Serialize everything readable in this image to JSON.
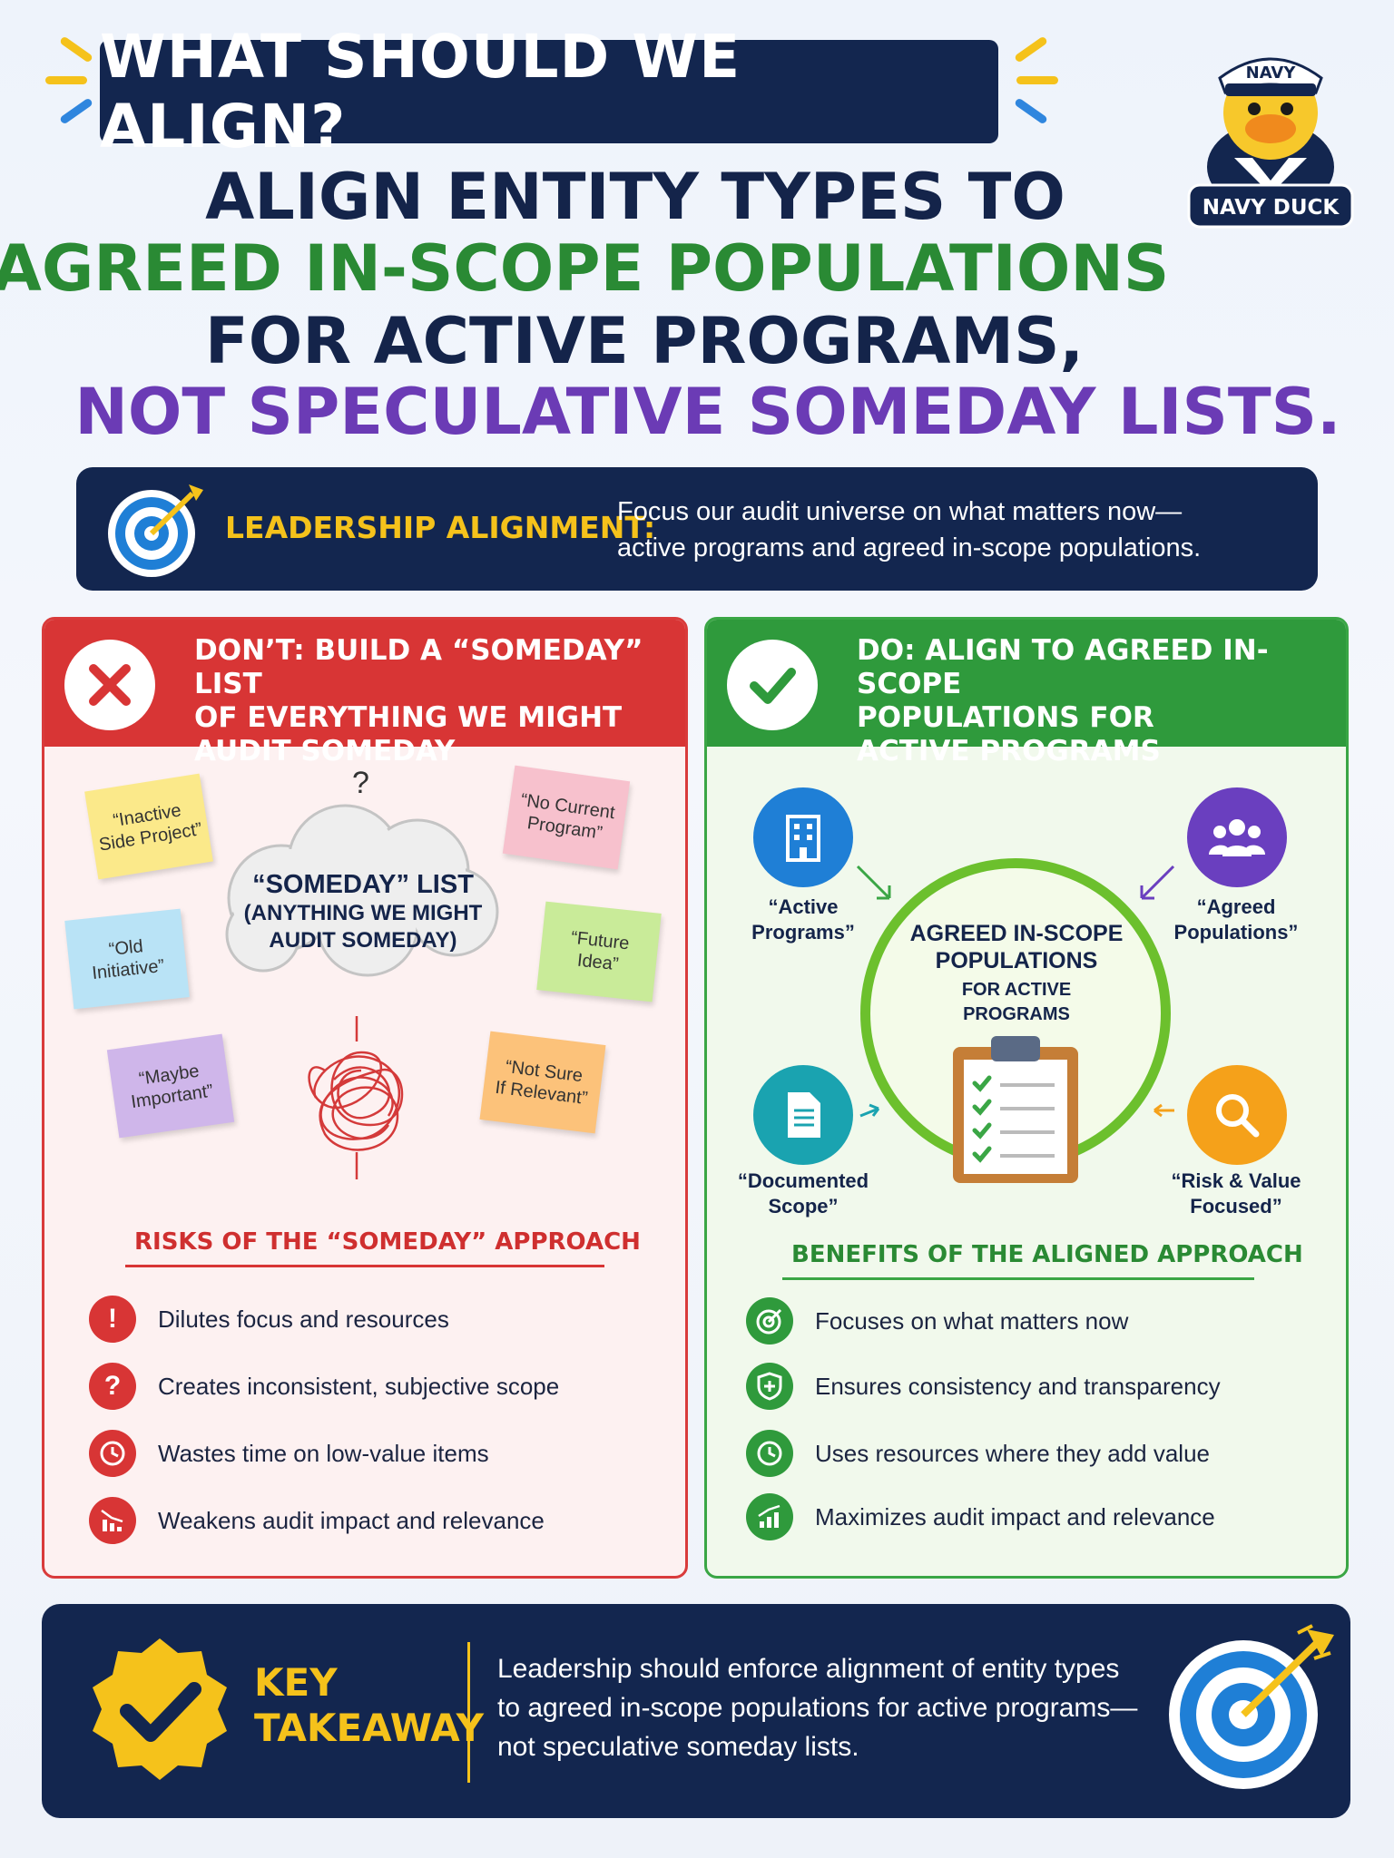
{
  "header": {
    "title": "WHAT SHOULD WE ALIGN?",
    "headline_lines": [
      "ALIGN ENTITY TYPES TO",
      "AGREED IN-SCOPE POPULATIONS",
      "FOR ACTIVE PROGRAMS,",
      "NOT SPECULATIVE SOMEDAY LISTS."
    ],
    "badge": {
      "cap_text": "NAVY",
      "name": "NAVY DUCK",
      "icon": "duck-mascot-icon"
    }
  },
  "leadership": {
    "label": "LEADERSHIP ALIGNMENT:",
    "text_lines": [
      "Focus our audit universe on what matters now—",
      "active programs and agreed in-scope populations."
    ],
    "icon": "target-icon"
  },
  "dont_panel": {
    "heading_lines": [
      "DON’T: BUILD A “SOMEDAY” LIST",
      "OF EVERYTHING WE MIGHT",
      "AUDIT SOMEDAY"
    ],
    "icon": "x-icon",
    "cloud_title": "“SOMEDAY” LIST",
    "cloud_sub_lines": [
      "(ANYTHING WE MIGHT",
      "AUDIT SOMEDAY)"
    ],
    "notes": [
      {
        "text_lines": [
          "“Inactive",
          "Side Project”"
        ],
        "color": "#fbe98a"
      },
      {
        "text_lines": [
          "“No Current",
          "Program”"
        ],
        "color": "#f7c1cd"
      },
      {
        "text_lines": [
          "“Old",
          "Initiative”"
        ],
        "color": "#b9e3f6"
      },
      {
        "text_lines": [
          "“Future",
          "Idea”"
        ],
        "color": "#c9eb99"
      },
      {
        "text_lines": [
          "“Maybe",
          "Important”"
        ],
        "color": "#cfb6ea"
      },
      {
        "text_lines": [
          "“Not Sure",
          "If Relevant”"
        ],
        "color": "#fcc27a"
      }
    ],
    "risks_title": "RISKS OF THE “SOMEDAY” APPROACH",
    "risks": [
      {
        "text": "Dilutes focus and resources",
        "icon": "exclamation-icon",
        "glyph": "!"
      },
      {
        "text": "Creates inconsistent, subjective scope",
        "icon": "question-icon",
        "glyph": "?"
      },
      {
        "text": "Wastes time on low-value items",
        "icon": "clock-icon",
        "glyph": ""
      },
      {
        "text": "Weakens audit impact and relevance",
        "icon": "declining-chart-icon",
        "glyph": ""
      }
    ]
  },
  "do_panel": {
    "heading_lines": [
      "DO: ALIGN TO AGREED IN-SCOPE",
      "POPULATIONS FOR",
      "ACTIVE PROGRAMS"
    ],
    "icon": "check-icon",
    "center_title_lines": [
      "AGREED IN-SCOPE",
      "POPULATIONS"
    ],
    "center_sub_lines": [
      "FOR ACTIVE",
      "PROGRAMS"
    ],
    "nodes": [
      {
        "label_lines": [
          "“Active",
          "Programs”"
        ],
        "icon": "building-icon",
        "color": "#1f7fd6"
      },
      {
        "label_lines": [
          "“Agreed",
          "Populations”"
        ],
        "icon": "people-group-icon",
        "color": "#6a3fbf"
      },
      {
        "label_lines": [
          "“Documented",
          "Scope”"
        ],
        "icon": "document-icon",
        "color": "#1aa3b0"
      },
      {
        "label_lines": [
          "“Risk & Value",
          "Focused”"
        ],
        "icon": "magnifier-icon",
        "color": "#f5a11a"
      }
    ],
    "benefits_title": "BENEFITS OF THE ALIGNED APPROACH",
    "benefits": [
      {
        "text": "Focuses on what matters now",
        "icon": "target-icon"
      },
      {
        "text": "Ensures consistency and transparency",
        "icon": "shield-icon"
      },
      {
        "text": "Uses resources where they add value",
        "icon": "clock-icon"
      },
      {
        "text": "Maximizes audit impact and relevance",
        "icon": "rising-chart-icon"
      }
    ]
  },
  "takeaway": {
    "label_lines": [
      "KEY",
      "TAKEAWAY"
    ],
    "text_lines": [
      "Leadership should enforce alignment of entity types",
      "to agreed in-scope populations for active programs—",
      "not speculative someday lists."
    ],
    "icon": "verified-badge-icon",
    "target_icon": "target-arrow-icon"
  },
  "colors": {
    "navy": "#13264f",
    "red": "#d83535",
    "green": "#2f9a3c",
    "purple": "#6b3bb5",
    "gold": "#f5c21b"
  }
}
